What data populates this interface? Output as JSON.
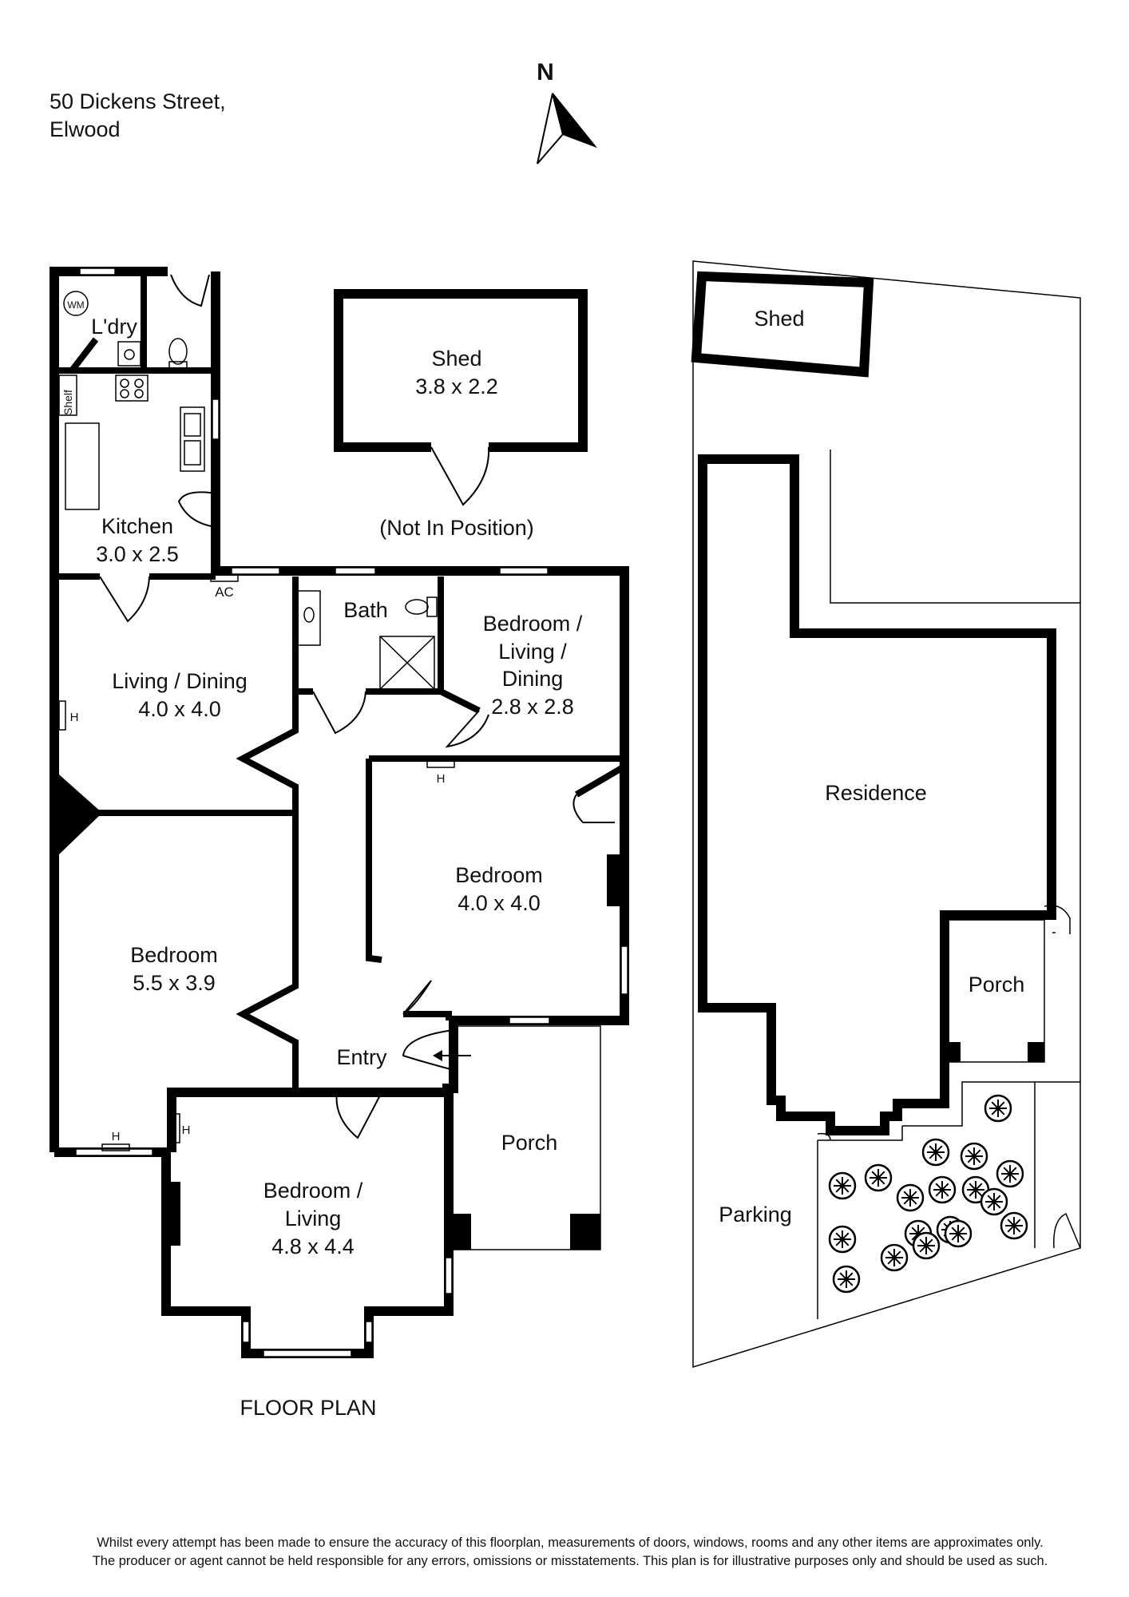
{
  "address": {
    "line1": "50 Dickens Street,",
    "line2": "Elwood"
  },
  "north_label": "N",
  "plan_title": "FLOOR PLAN",
  "rooms": {
    "laundry": "L'dry",
    "shelf": "Shelf",
    "kitchen": {
      "name": "Kitchen",
      "dims": "3.0 x 2.5"
    },
    "living_dining": {
      "name": "Living / Dining",
      "dims": "4.0 x 4.0"
    },
    "bath": "Bath",
    "bedroom_living_dining": {
      "line1": "Bedroom /",
      "line2": "Living /",
      "line3": "Dining",
      "dims": "2.8 x 2.8"
    },
    "bedroom_front": {
      "name": "Bedroom",
      "dims": "4.0 x 4.0"
    },
    "bedroom_large": {
      "name": "Bedroom",
      "dims": "5.5 x 3.9"
    },
    "entry": "Entry",
    "porch": "Porch",
    "bedroom_living": {
      "line1": "Bedroom /",
      "line2": "Living",
      "dims": "4.8 x 4.4"
    },
    "shed": {
      "name": "Shed",
      "dims": "3.8 x 2.2",
      "note": "(Not In Position)"
    }
  },
  "symbols": {
    "washing_machine": "WM",
    "air_conditioner": "AC",
    "heater": "H"
  },
  "site_plan": {
    "shed": "Shed",
    "residence": "Residence",
    "porch": "Porch",
    "parking": "Parking"
  },
  "disclaimer": {
    "line1": "Whilst every attempt has been made to ensure the accuracy of this floorplan, measurements of doors, windows, rooms and any other items are approximates only.",
    "line2": "The producer or agent cannot be held responsible for any errors, omissions or misstatements. This plan is for illustrative purposes only and should be used as such."
  }
}
